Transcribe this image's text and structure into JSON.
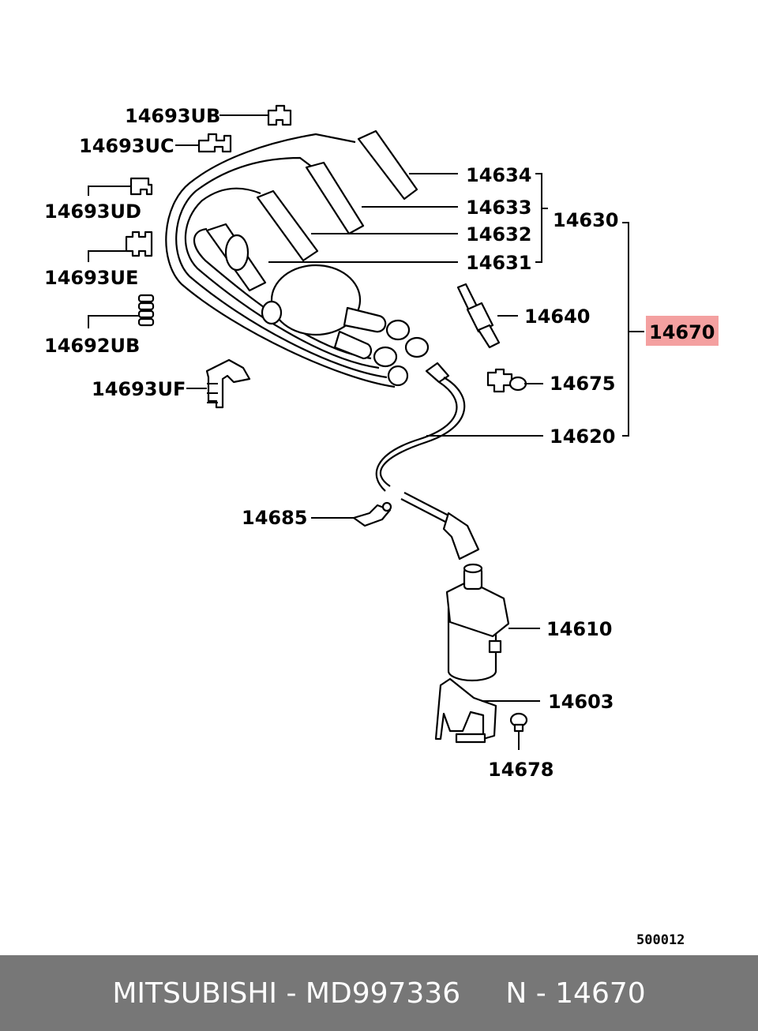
{
  "labels": {
    "p14693UB": "14693UB",
    "p14693UC": "14693UC",
    "p14693UD": "14693UD",
    "p14693UE": "14693UE",
    "p14692UB": "14692UB",
    "p14693UF": "14693UF",
    "p14634": "14634",
    "p14633": "14633",
    "p14632": "14632",
    "p14631": "14631",
    "p14630": "14630",
    "p14640": "14640",
    "p14670": "14670",
    "p14675": "14675",
    "p14620": "14620",
    "p14685": "14685",
    "p14610": "14610",
    "p14603": "14603",
    "p14678": "14678"
  },
  "diagram_code": "500012",
  "highlight_color": "#f4a0a0",
  "footer": {
    "text": "MITSUBISHI - MD997336     N - 14670",
    "background": "#777777"
  }
}
